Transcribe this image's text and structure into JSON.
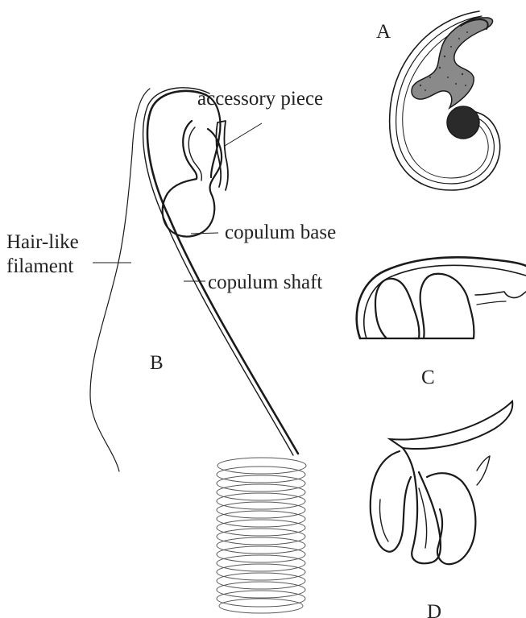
{
  "panels": {
    "a": "A",
    "b": "B",
    "c": "C",
    "d": "D"
  },
  "labels": {
    "accessory_piece": "accessory piece",
    "copulum_base": "copulum base",
    "copulum_shaft": "copulum shaft",
    "filament_line1": "Hair-like",
    "filament_line2": "filament"
  },
  "colors": {
    "ink": "#1a1a1a",
    "stipple": "#555555",
    "background": "#ffffff"
  }
}
